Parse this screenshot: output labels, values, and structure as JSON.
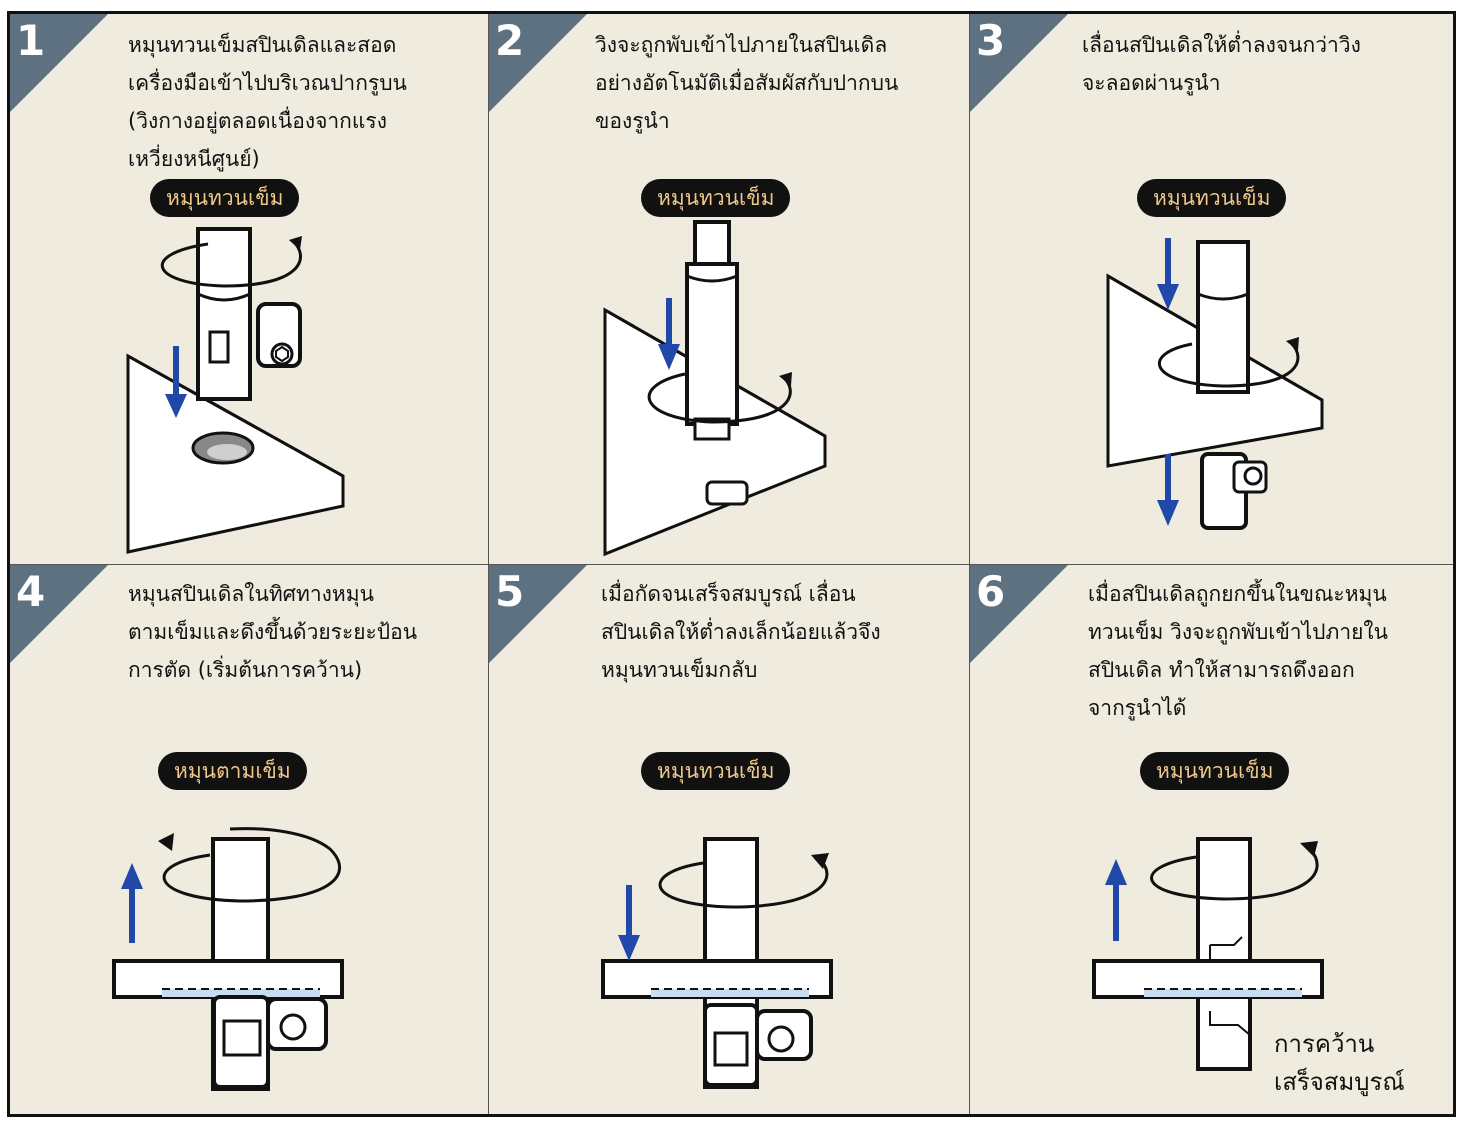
{
  "steps": [
    {
      "number": "1",
      "text": "หมุนทวนเข็มสปินเดิลและสอด\nเครื่องมือเข้าไปบริเวณปากรูบน\n(วิงกางอยู่ตลอดเนื่องจากแรง\nเหวี่ยงหนีศูนย์)",
      "rotation": "หมุนทวนเข็ม"
    },
    {
      "number": "2",
      "text": "วิงจะถูกพับเข้าไปภายในสปินเดิล\nอย่างอัตโนมัติเมื่อสัมผัสกับปากบน\nของรูนำ",
      "rotation": "หมุนทวนเข็ม"
    },
    {
      "number": "3",
      "text": "เลื่อนสปินเดิลให้ต่ำลงจนกว่าวิง\nจะลอดผ่านรูนำ",
      "rotation": "หมุนทวนเข็ม"
    },
    {
      "number": "4",
      "text": "หมุนสปินเดิลในทิศทางหมุน\nตามเข็มและดึงขึ้นด้วยระยะป้อน\nการตัด (เริ่มต้นการคว้าน)",
      "rotation": "หมุนตามเข็ม"
    },
    {
      "number": "5",
      "text": "เมื่อกัดจนเสร็จสมบูรณ์ เลื่อน\nสปินเดิลให้ต่ำลงเล็กน้อยแล้วจึง\nหมุนทวนเข็มกลับ",
      "rotation": "หมุนทวนเข็ม"
    },
    {
      "number": "6",
      "text": "เมื่อสปินเดิลถูกยกขึ้นในขณะหมุน\nทวนเข็ม วิงจะถูกพับเข้าไปภายใน\nสปินเดิล ทำให้สามารถดึงออก\nจากรูนำได้",
      "rotation": "หมุนทวนเข็ม",
      "completion_label": "การคว้าน\nเสร็จสมบูรณ์"
    }
  ],
  "colors": {
    "background": "#efebdf",
    "number_badge": "#5d7181",
    "arrow_blue": "#1f48a8",
    "pill_bg": "#111111",
    "pill_text": "#f0c98a",
    "chip_fill": "#c9dcf2"
  }
}
